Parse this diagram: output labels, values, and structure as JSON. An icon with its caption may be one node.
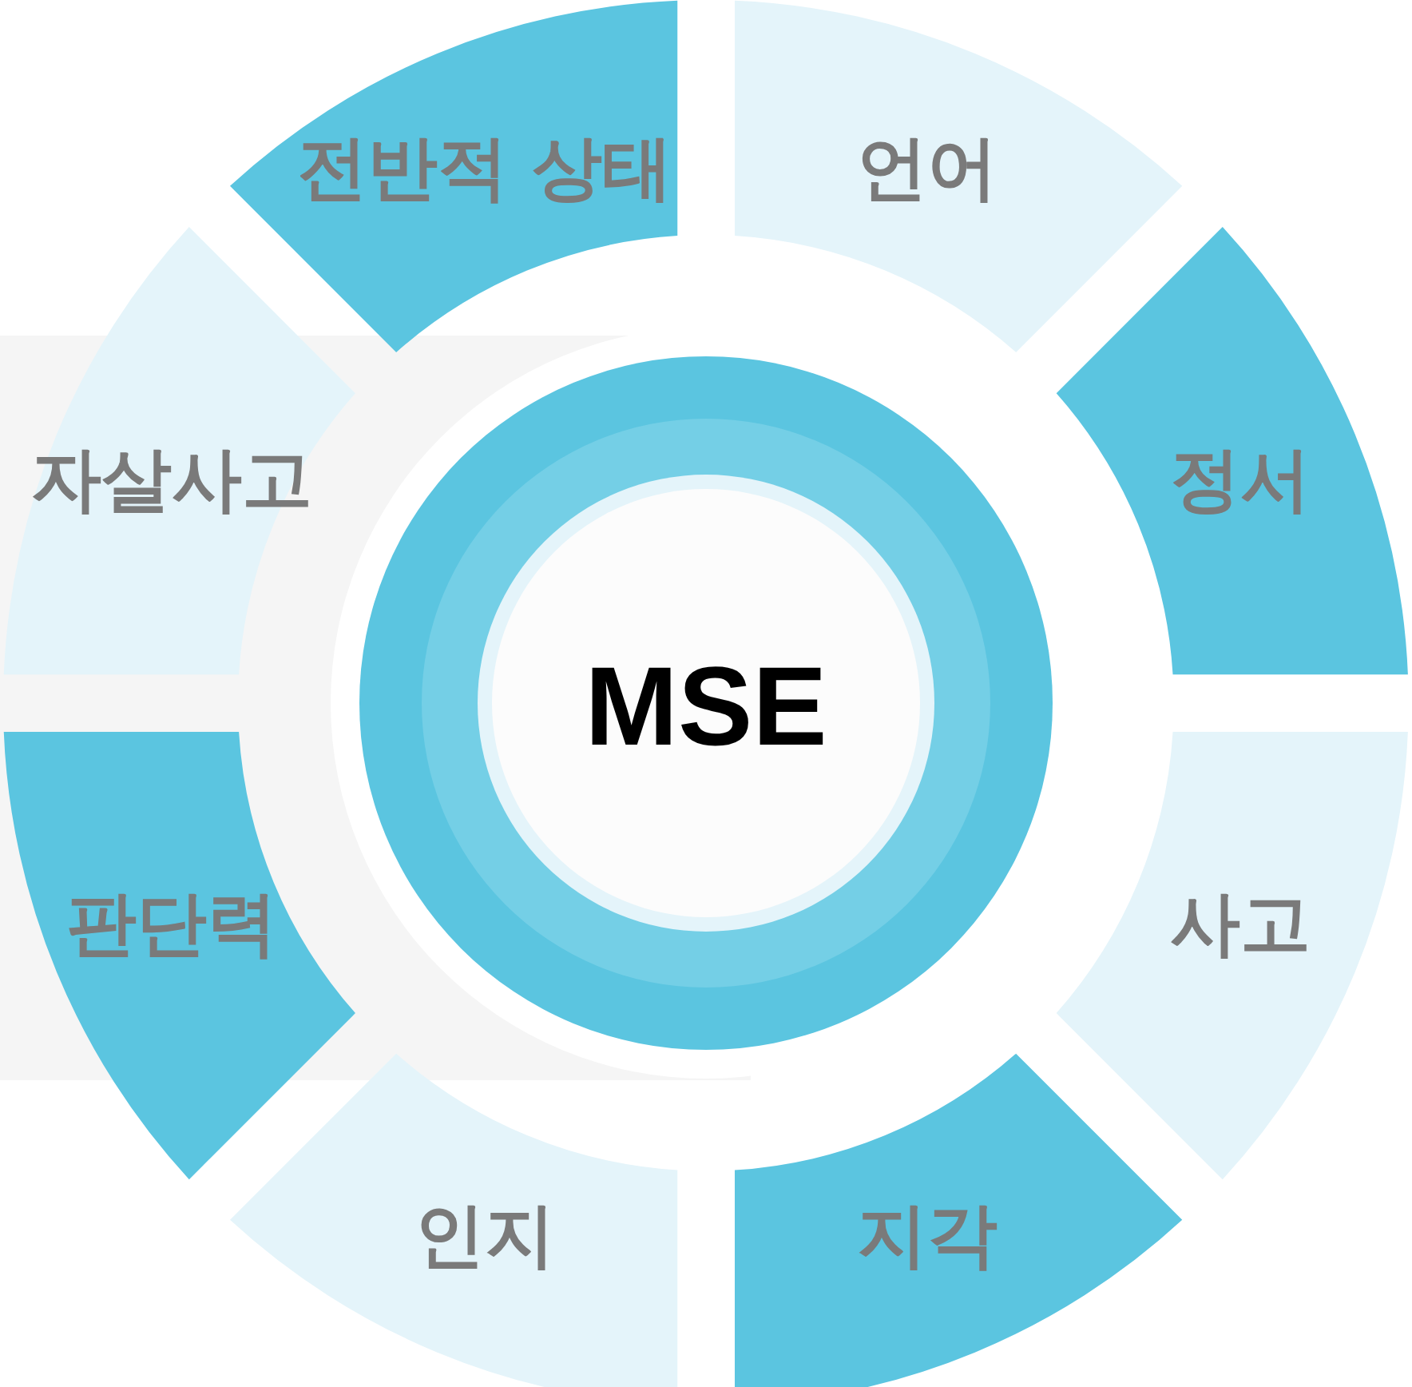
{
  "diagram": {
    "nodes": [
      {
        "text": [
          "MSE"
        ]
      },
      {
        "text": [
          "전반적 상태"
        ]
      },
      {
        "text": [
          "언어"
        ]
      },
      {
        "text": [
          "정서"
        ]
      },
      {
        "text": [
          "사고"
        ]
      },
      {
        "text": [
          "지각"
        ]
      },
      {
        "text": [
          "인지"
        ]
      },
      {
        "text": [
          "판단력"
        ]
      },
      {
        "text": [
          "자살사고"
        ]
      }
    ]
  }
}
